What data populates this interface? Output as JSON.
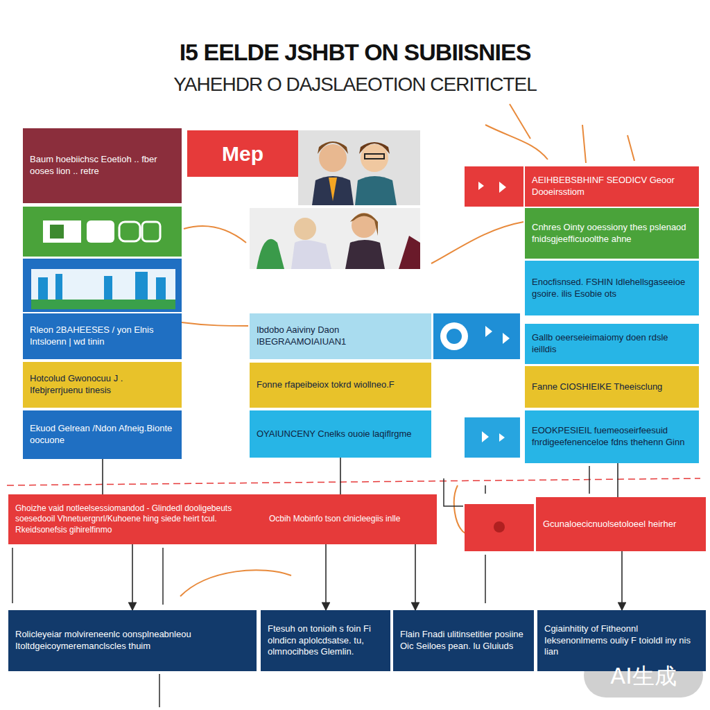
{
  "diagram": {
    "title": "I5 EELDE JSHBT ON SUBIISNIES",
    "nodes": [
      {
        "text": [
          "Baum hoebiichsc Eoetioh .. fber ooses lion .. retre"
        ]
      },
      {
        "text": [
          "Mep"
        ]
      },
      {
        "text": [
          "Rleon 2BAHEESES / yon Elnis Intsloenn | wd tinin"
        ]
      },
      {
        "text": [
          "Ibdobo Aaiviny Daon IBEGRAAMOIAIUAN1"
        ]
      },
      {
        "text": [
          "AEIHBEBSBHINF SEODICV Geoor Dooeirsstiom"
        ]
      },
      {
        "text": [
          "Cnhres Ointy ooessiony thes pslenaod fnidsgjeefficuoolthe ahne"
        ]
      },
      {
        "text": [
          "Enocfisnsed. FSHIN Idlehellsgaseeioe gsoire. ilis Esobie ots"
        ]
      },
      {
        "text": [
          "Gallb oeerseieimaiomy doen rdsle ieilldis"
        ]
      },
      {
        "text": [
          "Hotcolud Gwonocuu J . Ifebjrerrjuenu tinesis"
        ]
      },
      {
        "text": [
          "Fonne rfapeibeiox tokrd wiollneo.F"
        ]
      },
      {
        "text": [
          "Fanne CIOSHIEIKE Theeisclung"
        ]
      },
      {
        "text": [
          "Ekuod Gelrean /Ndon Afneig.Bionte oocuone"
        ]
      },
      {
        "text": [
          "OYAIUNCENY Cnelks ouoie laqiflrgme"
        ]
      },
      {
        "text": [
          "EOOKPESIEIL fuemeoseirfeesuid fnrdigeefenenceloe fdns thehenn Ginn"
        ]
      },
      {
        "text": [
          "Ghoizhe vaid notleelsessiomandod - Glindedl dooligebeuts soesedooil Vhnetuergnrl/Kuhoene hing siede heirt tcul. Rkeidsonefsis gihirelfinmo",
          "Ocbih Mobinfo tson clnicleegiis inlle"
        ]
      },
      {
        "text": [
          "Gcunaloecicnuolsetoloeel heirher"
        ]
      },
      {
        "text": [
          "Rolicleyeiar molvireneenlc oonsplneabnleou Itoltdgeicoymeremanclscles thuim"
        ]
      },
      {
        "text": [
          "Ftesuh on tonioih s foin Fi olndicn aplolcdsatse. tu, olmnocihbes Glemlin."
        ]
      },
      {
        "text": [
          "Flain Fnadi ulitinsetitier posiine Oic Seiloes pean. lu Gluiuds"
        ]
      },
      {
        "text": [
          "Cgiainhitity of Fitheonnl Ieksenonlmems ouliy F toioldl iny nis lian"
        ]
      }
    ],
    "edges": [
      {
        "from": 11,
        "to": 14,
        "arrow": "none"
      },
      {
        "from": 12,
        "to": 14,
        "arrow": "none"
      },
      {
        "from": 13,
        "to": 15,
        "arrow": "none"
      },
      {
        "from": 14,
        "to": 16,
        "arrow": "to"
      },
      {
        "from": 14,
        "to": 17,
        "arrow": "to"
      },
      {
        "from": 14,
        "to": 18,
        "arrow": "to"
      },
      {
        "from": 15,
        "to": 19,
        "arrow": "to"
      }
    ],
    "labels": [
      "YAHEHDR O DAJSLAEOTION CERITICTEL",
      "AI生成"
    ]
  }
}
